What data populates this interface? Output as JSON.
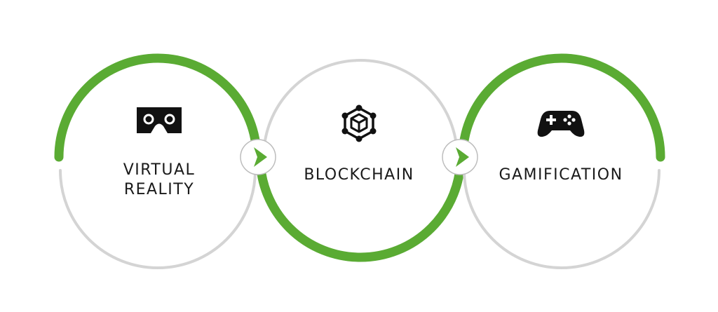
{
  "stages": [
    {
      "icon": "vr-headset-icon",
      "lines": [
        "VIRTUAL",
        "REALITY"
      ]
    },
    {
      "icon": "blockchain-cube-icon",
      "lines": [
        "BLOCKCHAIN"
      ]
    },
    {
      "icon": "gamepad-icon",
      "lines": [
        "GAMIFICATION"
      ]
    }
  ],
  "connectors": [
    {
      "icon": "arrow-right-icon"
    },
    {
      "icon": "arrow-right-icon"
    }
  ],
  "colors": {
    "accent": "#5aab33",
    "ring": "#d4d4d4",
    "icon": "#111111",
    "text": "#1a1a1a"
  }
}
